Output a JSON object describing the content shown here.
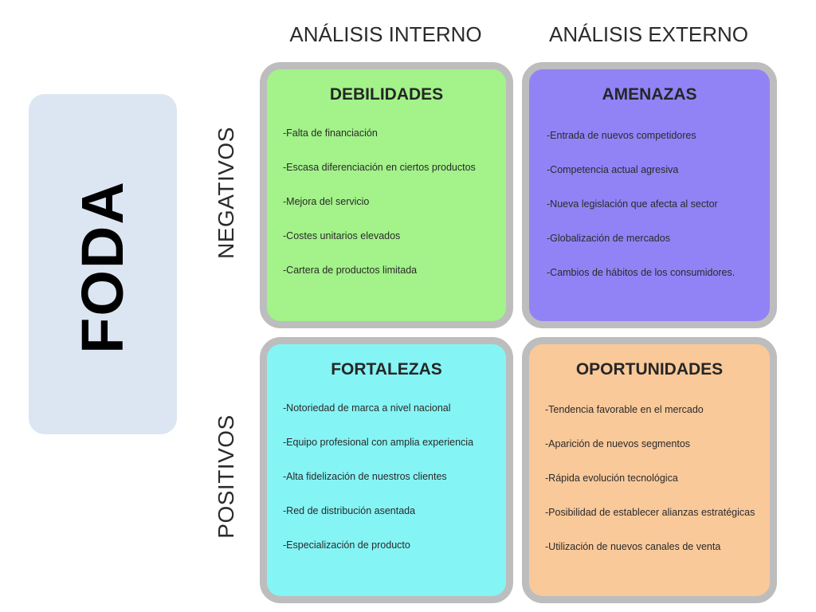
{
  "foda": {
    "title": "FODA"
  },
  "headers": {
    "interno": "ANÁLISIS INTERNO",
    "externo": "ANÁLISIS EXTERNO"
  },
  "rows": {
    "negativos": "NEGATIVOS",
    "positivos": "POSITIVOS"
  },
  "colors": {
    "debilidades": "#a3f28a",
    "amenazas": "#9183f5",
    "fortalezas": "#85f4f5",
    "oportunidades": "#f9c99a",
    "foda_panel": "#dce6f2",
    "quad_border": "#bdbdbd"
  },
  "quadrants": {
    "debilidades": {
      "title": "DEBILIDADES",
      "items": [
        "-Falta de financiación",
        "-Escasa diferenciación en ciertos productos",
        "-Mejora del servicio",
        "-Costes unitarios elevados",
        "-Cartera de productos limitada"
      ]
    },
    "amenazas": {
      "title": "AMENAZAS",
      "items": [
        "-Entrada de nuevos competidores",
        "-Competencia actual agresiva",
        "-Nueva legislación que afecta al sector",
        "-Globalización de mercados",
        "-Cambios de hábitos de los consumidores."
      ]
    },
    "fortalezas": {
      "title": "FORTALEZAS",
      "items": [
        "-Notoriedad de marca a nivel nacional",
        "-Equipo profesional con amplia experiencia",
        "-Alta fidelización de nuestros clientes",
        "-Red de distribución asentada",
        "-Especialización de producto"
      ]
    },
    "oportunidades": {
      "title": "OPORTUNIDADES",
      "items": [
        "-Tendencia favorable en el mercado",
        "-Aparición de nuevos segmentos",
        "-Rápida evolución tecnológica",
        "-Posibilidad de establecer alianzas estratégicas",
        "-Utilización de nuevos canales de venta"
      ]
    }
  }
}
